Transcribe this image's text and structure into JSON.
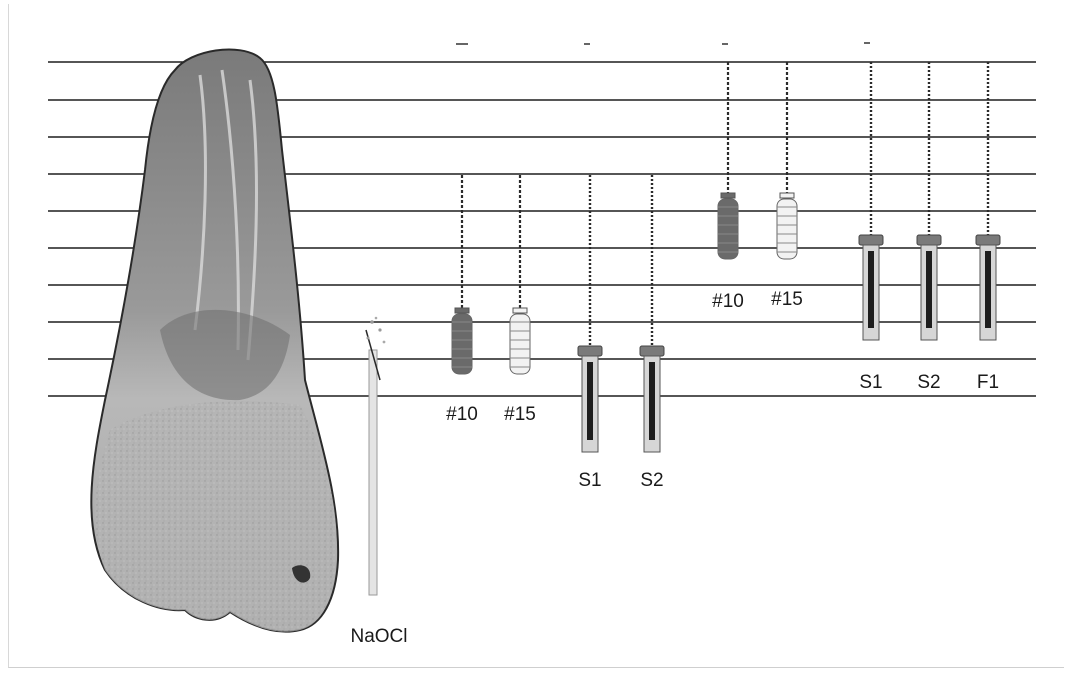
{
  "figure": {
    "irrigant_label": "NaOCl",
    "group_1": {
      "files": [
        {
          "label": "#10",
          "kind": "hand",
          "handle_color": "#6a6a6a"
        },
        {
          "label": "#15",
          "kind": "hand",
          "handle_color": "#f2f2f2"
        },
        {
          "label": "S1",
          "kind": "rotary"
        },
        {
          "label": "S2",
          "kind": "rotary"
        }
      ]
    },
    "group_2": {
      "files": [
        {
          "label": "#10",
          "kind": "hand",
          "handle_color": "#6a6a6a"
        },
        {
          "label": "#15",
          "kind": "hand",
          "handle_color": "#f2f2f2"
        },
        {
          "label": "S1",
          "kind": "rotary"
        },
        {
          "label": "S2",
          "kind": "rotary"
        },
        {
          "label": "F1",
          "kind": "rotary"
        }
      ]
    },
    "colors": {
      "line": "#1e1e1e",
      "tooth_fill": "#a3a3a3",
      "tooth_dark": "#6e6e6e",
      "file_shaft": "#2b2b2b"
    }
  }
}
